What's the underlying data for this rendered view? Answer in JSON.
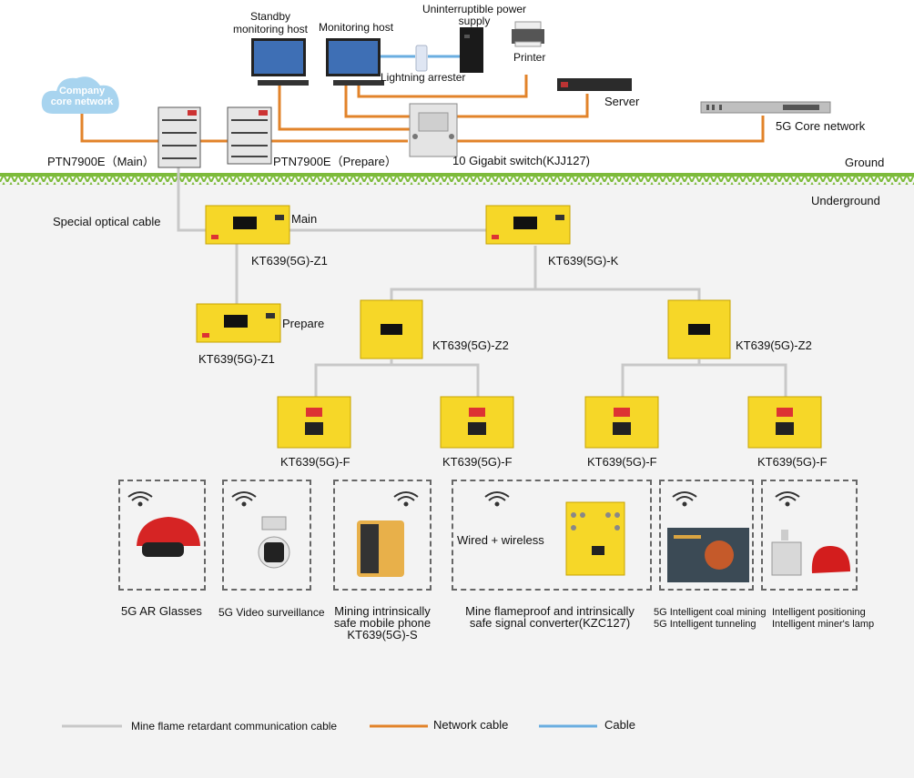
{
  "colors": {
    "ground": "#7dbb3b",
    "underground_bg": "#f3f3f3",
    "comm_cable": "#c8c8c8",
    "network_cable": "#e2832a",
    "cable": "#6aaee0",
    "device_yellow": "#f6d728",
    "cloud": "#a8d4ef"
  },
  "surface": {
    "cloud": "Company core network",
    "standby_host": "Standby monitoring host",
    "monitoring_host": "Monitoring host",
    "ups": "Uninterruptible power supply",
    "printer": "Printer",
    "lightning_arrester": "Lightning arrester",
    "server": "Server",
    "core_5g": "5G  Core network",
    "ptn_main": "PTN7900E（Main）",
    "ptn_prepare": "PTN7900E（Prepare）",
    "switch": "10 Gigabit switch(KJJ127)",
    "ground": "Ground"
  },
  "underground": {
    "title": "Underground",
    "optical_cable": "Special optical cable",
    "main_tag": "Main",
    "prepare_tag": "Prepare",
    "z1_main": "KT639(5G)-Z1",
    "k": "KT639(5G)-K",
    "z1_prepare": "KT639(5G)-Z1",
    "z2_left": "KT639(5G)-Z2",
    "z2_right": "KT639(5G)-Z2",
    "f": [
      "KT639(5G)-F",
      "KT639(5G)-F",
      "KT639(5G)-F",
      "KT639(5G)-F"
    ]
  },
  "terminals": {
    "ar_glasses": "5G AR Glasses",
    "video": "5G Video  surveillance",
    "phone": [
      "Mining intrinsically",
      "safe mobile phone",
      "KT639(5G)-S"
    ],
    "wired_wireless": "Wired + wireless",
    "converter": [
      "Mine flameproof and intrinsically",
      "safe signal converter(KZC127)"
    ],
    "coal": [
      "5G Intelligent coal mining",
      "5G Intelligent tunneling"
    ],
    "positioning": [
      "Intelligent positioning",
      "Intelligent miner's lamp"
    ]
  },
  "legend": {
    "comm_cable": "Mine flame retardant communication cable",
    "network_cable": "Network  cable",
    "cable": "Cable"
  }
}
